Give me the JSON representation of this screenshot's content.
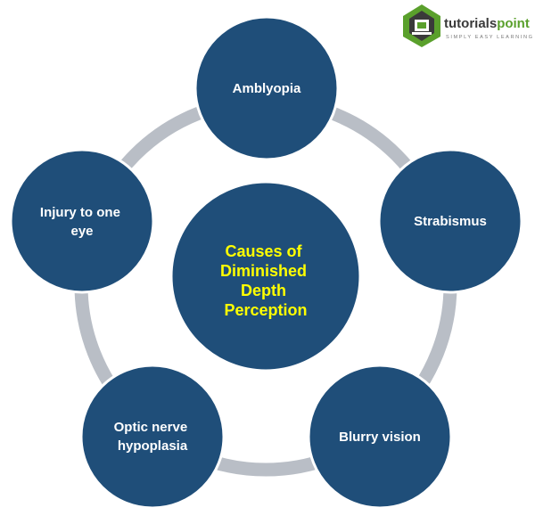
{
  "logo": {
    "name_part1": "tutorials",
    "name_part2": "point",
    "tagline": "SIMPLY EASY LEARNING",
    "colors": {
      "dark": "#3a3a3a",
      "green": "#5aa02c"
    }
  },
  "diagram": {
    "center": {
      "lines": [
        "Causes of",
        "Diminished",
        "Depth",
        "Perception"
      ]
    },
    "nodes": [
      {
        "id": "amblyopia",
        "lines": [
          "Amblyopia"
        ]
      },
      {
        "id": "strabismus",
        "lines": [
          "Strabismus"
        ]
      },
      {
        "id": "blurry-vision",
        "lines": [
          "Blurry vision"
        ]
      },
      {
        "id": "optic-nerve-hypoplasia",
        "lines": [
          "Optic nerve",
          "hypoplasia"
        ]
      },
      {
        "id": "injury-to-one-eye",
        "lines": [
          "Injury to one",
          "eye"
        ]
      }
    ],
    "colors": {
      "circle_fill": "#1f4e79",
      "circle_border": "#ffffff",
      "ring": "#b9bec6",
      "node_text": "#ffffff",
      "center_text": "#ffff00"
    }
  }
}
